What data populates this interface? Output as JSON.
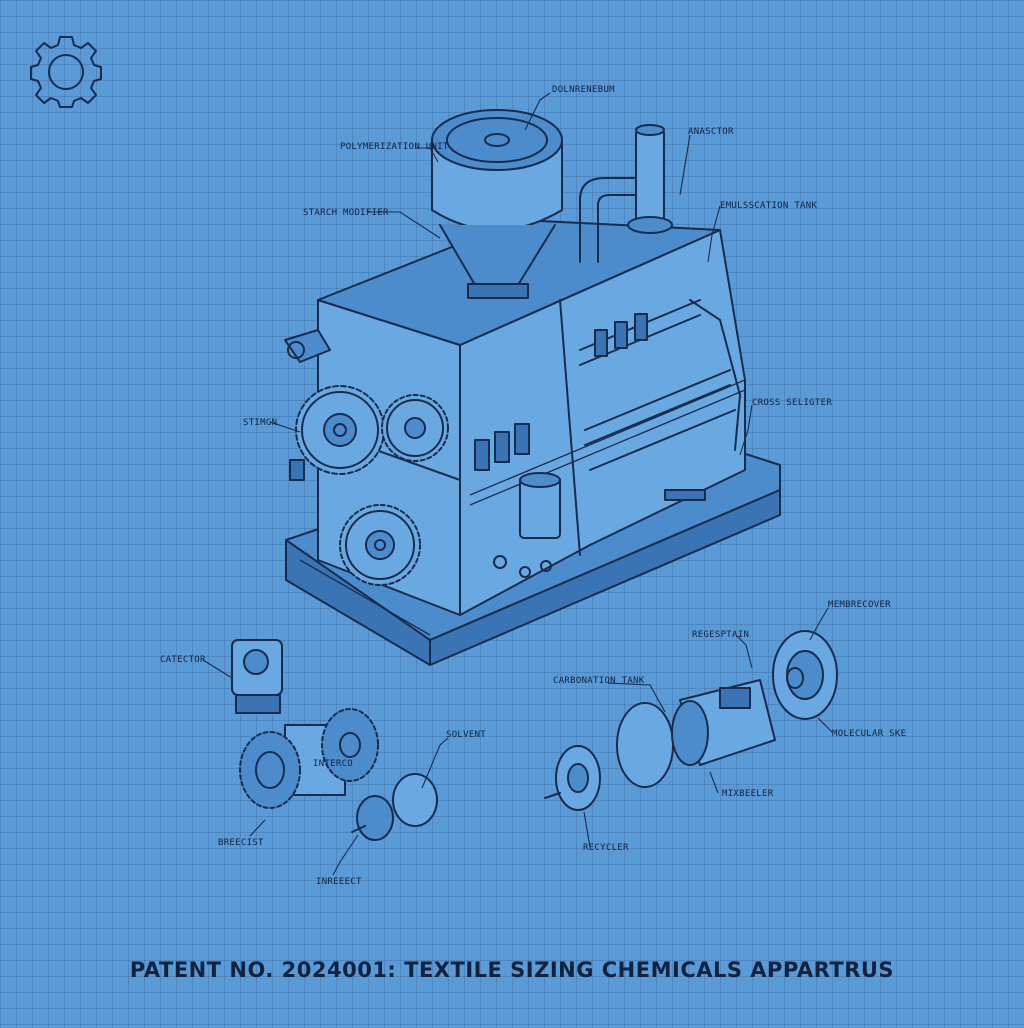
{
  "title": "PATENT NO. 2024001: TEXTILE SIZING CHEMICALS APPARTRUS",
  "icons": {
    "corner": "gear-icon"
  },
  "colors": {
    "background": "#5a9ad6",
    "line": "#1a2c4e"
  },
  "labels": {
    "top_hopper": "DOLNRENEBUM",
    "polymerization": "POLYMERIZATION UNIT",
    "starch": "STARCH MODIFIER",
    "anasctor": "ANASCTOR",
    "emulsification": "EMULSSCATION TANK",
    "stirring": "STIMGN",
    "cross": "CROSS SELIGTER",
    "catector": "CATECTOR",
    "solvent": "SOLVENT",
    "breecist": "BREECIST",
    "inreeect": "INREEECT",
    "carbonation": "CARBONATION TANK",
    "regesptain": "REGESPTAIN",
    "membrane": "MEMBRECOVER",
    "molecular": "MOLECULAR SKE",
    "mixbeeler": "MIXBEELER",
    "recycler": "RECYCLER",
    "gear_label": "INTERCO"
  }
}
